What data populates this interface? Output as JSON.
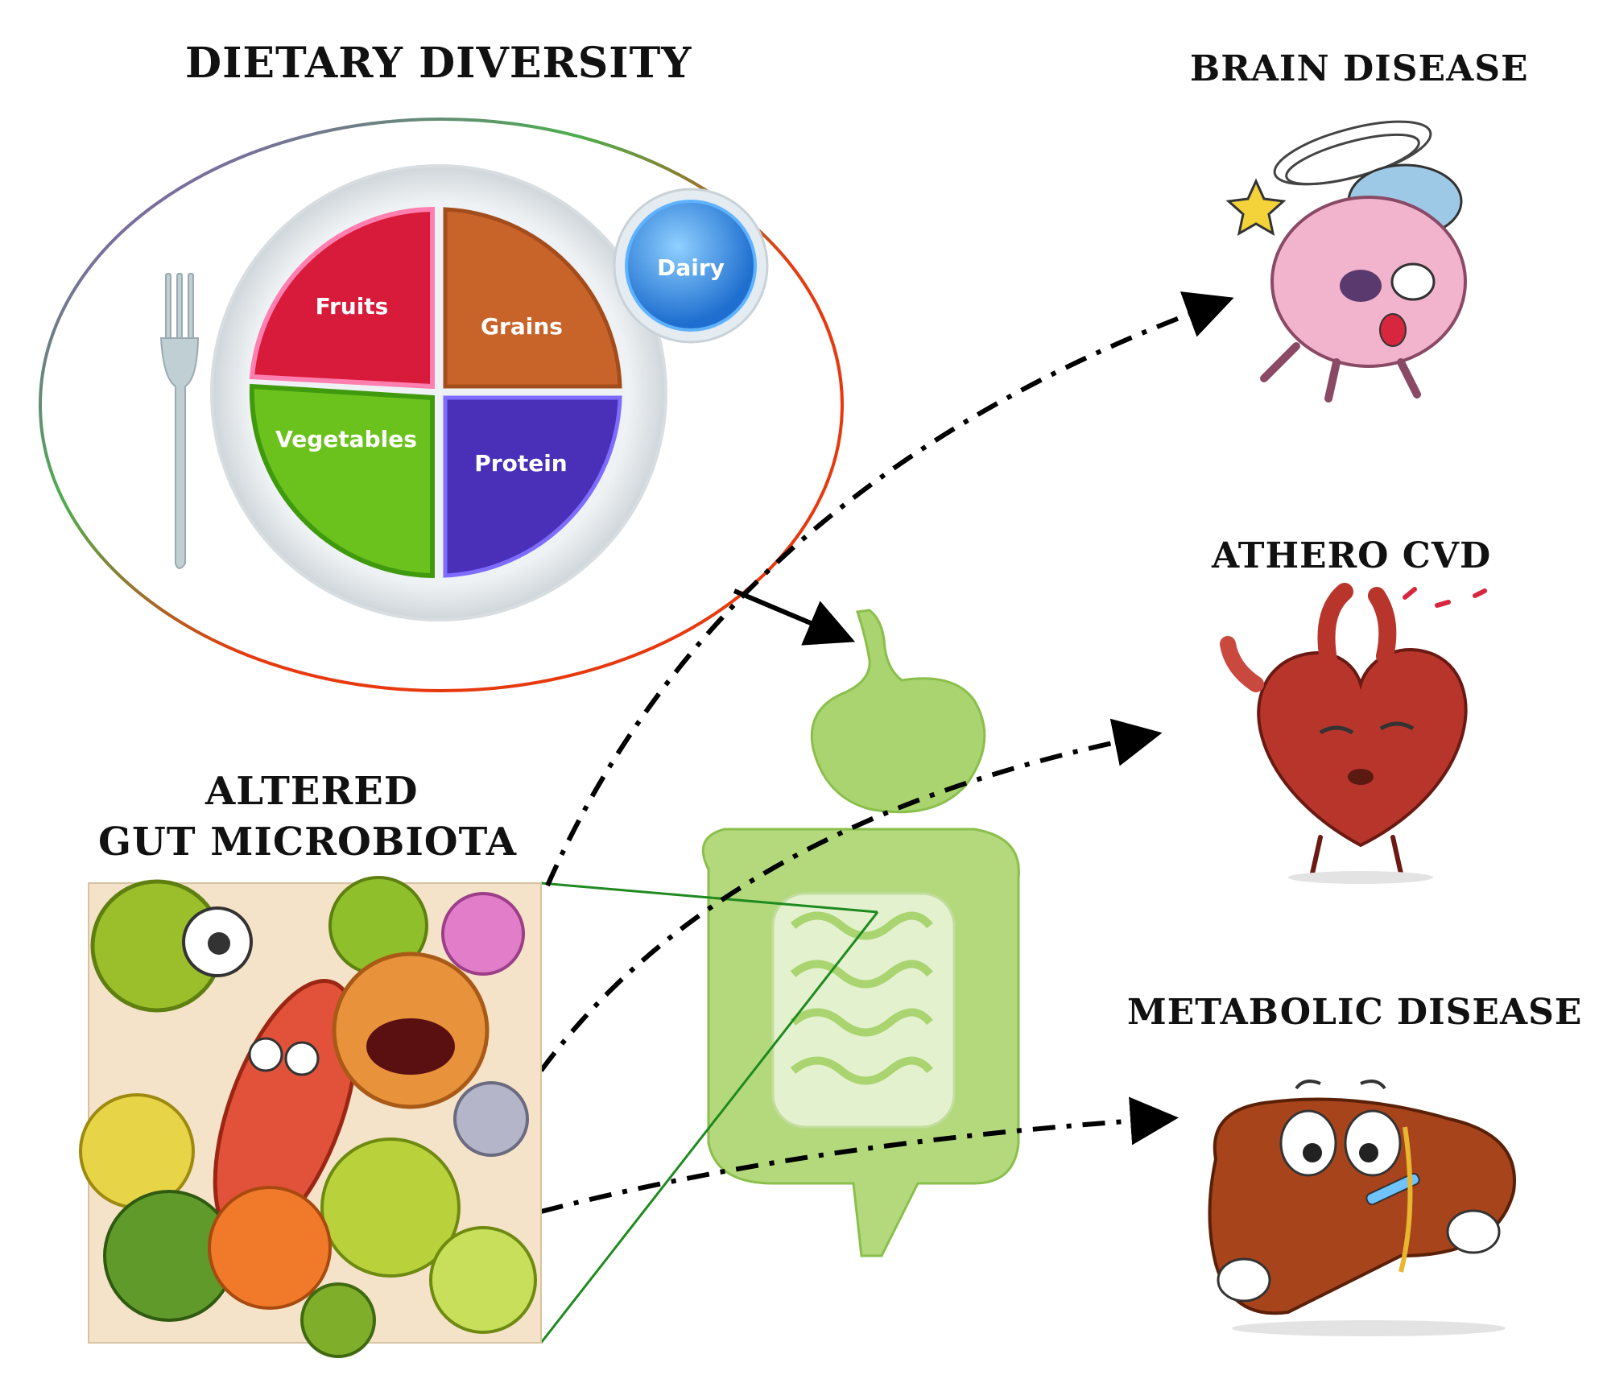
{
  "title_dietary": "DIETARY DIVERSITY",
  "title_microbiota_line1": "ALTERED",
  "title_microbiota_line2": "GUT MICROBIOTA",
  "plate": {
    "fruits": "Fruits",
    "grains": "Grains",
    "vegetables": "Vegetables",
    "protein": "Protein",
    "dairy": "Dairy"
  },
  "outcomes": {
    "brain": "BRAIN DISEASE",
    "athero": "ATHERO CVD",
    "metabolic": "METABOLIC DISEASE"
  },
  "colors": {
    "fruits": "#d81b3a",
    "grains": "#c8642a",
    "vegetables": "#6cc21c",
    "protein": "#4a2fb8",
    "dairy": "#2f8fe0",
    "gut": "#a9d46f",
    "outline_warm": "#e8380e",
    "outline_cool": "#9b3fd6",
    "connector_green": "#1f8a1f",
    "arrow": "#000000"
  },
  "icons": [
    "fork-icon",
    "brain-character-icon",
    "heart-character-icon",
    "liver-character-icon",
    "gut-icon",
    "microbes-illustration"
  ]
}
